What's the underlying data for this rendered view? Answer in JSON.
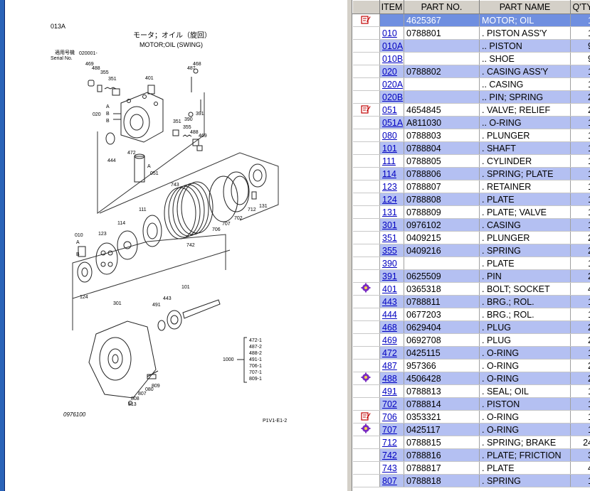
{
  "diagram": {
    "code": "013A",
    "title_jp": "モータ；オイル（旋回）",
    "title_en": "MOTOR;OIL (SWING)",
    "serial_jp": "適用号機",
    "serial_en": "Serial No.",
    "serial_value": "020001-",
    "drawing_no": "0976100",
    "page_ref": "P1V1-E1-2",
    "set_label": "1000",
    "set_items": [
      "472-1",
      "487-2",
      "488-2",
      "491-1",
      "706-1",
      "707-1",
      "809-1"
    ],
    "callouts": {
      "c469a": "469",
      "c488a": "488",
      "c355a": "355",
      "c351a": "351",
      "c401": "401",
      "c487": "487",
      "c468": "468",
      "c020": "020",
      "cA1": "A",
      "cB1": "B",
      "cB2": "B",
      "c391": "391",
      "c390": "390",
      "c351b": "351",
      "c355b": "355",
      "c488b": "488",
      "c469b": "469",
      "c444": "444",
      "c472": "472",
      "cA2": "A",
      "c051": "051",
      "c743": "743",
      "c111": "111",
      "c131": "131",
      "c712": "712",
      "c702": "702",
      "c707": "707",
      "c706": "706",
      "c742": "742",
      "c010": "010",
      "cA3": "A",
      "cB3": "B",
      "c123": "123",
      "c114": "114",
      "c124": "124",
      "c301": "301",
      "c491": "491",
      "c443": "443",
      "c101": "101",
      "c808": "808",
      "c807": "807",
      "c080": "080",
      "c809": "809",
      "c813": "813"
    }
  },
  "grid": {
    "columns": [
      "",
      "ITEM",
      "PART NO.",
      "PART NAME",
      "Q'TY"
    ],
    "rows": [
      {
        "mark": "note",
        "item": "",
        "part_no": "4625367",
        "name": "MOTOR; OIL",
        "qty": "1",
        "selected": true
      },
      {
        "mark": "",
        "item": "010",
        "part_no": "0788801",
        "name": ". PISTON ASS'Y",
        "qty": "1"
      },
      {
        "mark": "",
        "item": "010A",
        "part_no": "",
        "name": ".. PISTON",
        "qty": "9"
      },
      {
        "mark": "",
        "item": "010B",
        "part_no": "",
        "name": ".. SHOE",
        "qty": "9"
      },
      {
        "mark": "",
        "item": "020",
        "part_no": "0788802",
        "name": ". CASING ASS'Y",
        "qty": "1"
      },
      {
        "mark": "",
        "item": "020A",
        "part_no": "",
        "name": ".. CASING",
        "qty": "1"
      },
      {
        "mark": "",
        "item": "020B",
        "part_no": "",
        "name": ".. PIN; SPRING",
        "qty": "2"
      },
      {
        "mark": "note",
        "item": "051",
        "part_no": "4654845",
        "name": ". VALVE; RELIEF",
        "qty": "2"
      },
      {
        "mark": "",
        "item": "051A",
        "part_no": "A811030",
        "name": ".. O-RING",
        "qty": "1"
      },
      {
        "mark": "",
        "item": "080",
        "part_no": "0788803",
        "name": ". PLUNGER",
        "qty": "1"
      },
      {
        "mark": "",
        "item": "101",
        "part_no": "0788804",
        "name": ". SHAFT",
        "qty": "1"
      },
      {
        "mark": "",
        "item": "111",
        "part_no": "0788805",
        "name": ". CYLINDER",
        "qty": "1"
      },
      {
        "mark": "",
        "item": "114",
        "part_no": "0788806",
        "name": ". SPRING; PLATE",
        "qty": "1"
      },
      {
        "mark": "",
        "item": "123",
        "part_no": "0788807",
        "name": ". RETAINER",
        "qty": "1"
      },
      {
        "mark": "",
        "item": "124",
        "part_no": "0788808",
        "name": ". PLATE",
        "qty": "1"
      },
      {
        "mark": "",
        "item": "131",
        "part_no": "0788809",
        "name": ". PLATE; VALVE",
        "qty": "1"
      },
      {
        "mark": "",
        "item": "301",
        "part_no": "0976102",
        "name": ". CASING",
        "qty": "1"
      },
      {
        "mark": "",
        "item": "351",
        "part_no": "0409215",
        "name": ". PLUNGER",
        "qty": "2"
      },
      {
        "mark": "",
        "item": "355",
        "part_no": "0409216",
        "name": ". SPRING",
        "qty": "2"
      },
      {
        "mark": "",
        "item": "390",
        "part_no": "",
        "name": ". PLATE",
        "qty": "1"
      },
      {
        "mark": "",
        "item": "391",
        "part_no": "0625509",
        "name": ". PIN",
        "qty": "2"
      },
      {
        "mark": "gear",
        "item": "401",
        "part_no": "0365318",
        "name": ". BOLT; SOCKET",
        "qty": "4"
      },
      {
        "mark": "",
        "item": "443",
        "part_no": "0788811",
        "name": ". BRG.; ROL.",
        "qty": "1"
      },
      {
        "mark": "",
        "item": "444",
        "part_no": "0677203",
        "name": ". BRG.; ROL.",
        "qty": "1"
      },
      {
        "mark": "",
        "item": "468",
        "part_no": "0629404",
        "name": ". PLUG",
        "qty": "2"
      },
      {
        "mark": "",
        "item": "469",
        "part_no": "0692708",
        "name": ". PLUG",
        "qty": "2"
      },
      {
        "mark": "",
        "item": "472",
        "part_no": "0425115",
        "name": ". O-RING",
        "qty": "1"
      },
      {
        "mark": "",
        "item": "487",
        "part_no": "957366",
        "name": ". O-RING",
        "qty": "2"
      },
      {
        "mark": "gear",
        "item": "488",
        "part_no": "4506428",
        "name": ". O-RING",
        "qty": "2"
      },
      {
        "mark": "",
        "item": "491",
        "part_no": "0788813",
        "name": ". SEAL; OIL",
        "qty": "1"
      },
      {
        "mark": "",
        "item": "702",
        "part_no": "0788814",
        "name": ". PISTON",
        "qty": "1"
      },
      {
        "mark": "note",
        "item": "706",
        "part_no": "0353321",
        "name": ". O-RING",
        "qty": "1"
      },
      {
        "mark": "gear",
        "item": "707",
        "part_no": "0425117",
        "name": ". O-RING",
        "qty": "1"
      },
      {
        "mark": "",
        "item": "712",
        "part_no": "0788815",
        "name": ". SPRING; BRAKE",
        "qty": "24"
      },
      {
        "mark": "",
        "item": "742",
        "part_no": "0788816",
        "name": ". PLATE; FRICTION",
        "qty": "3"
      },
      {
        "mark": "",
        "item": "743",
        "part_no": "0788817",
        "name": ". PLATE",
        "qty": "4"
      },
      {
        "mark": "",
        "item": "807",
        "part_no": "0788818",
        "name": ". SPRING",
        "qty": "1"
      }
    ]
  },
  "colors": {
    "row_alt": "#b4c0f2",
    "row_selected": "#6f8fe0",
    "link": "#0000c0",
    "frame": "#2a63b8"
  }
}
